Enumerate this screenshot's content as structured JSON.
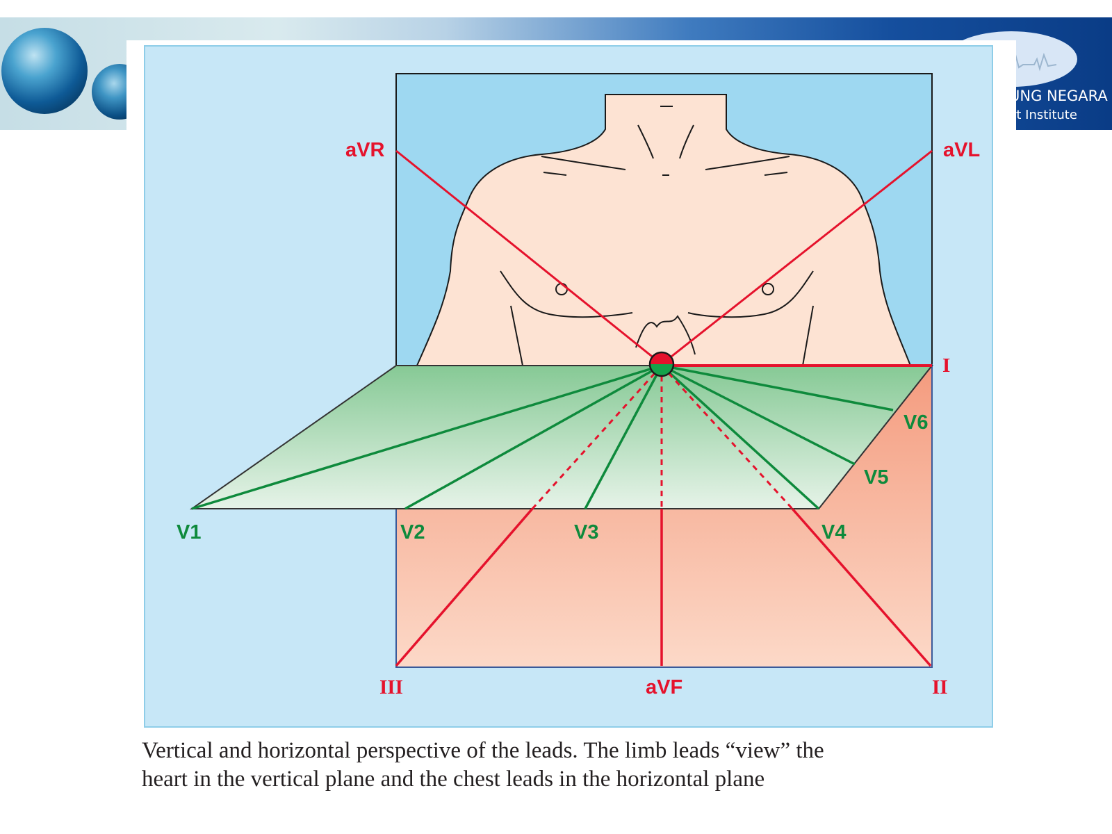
{
  "header": {
    "institute_name": "UNG NEGARA",
    "institute_sub": "rt Institute"
  },
  "diagram": {
    "limb_leads": {
      "avr": "aVR",
      "avl": "aVL",
      "lead_i": "I",
      "lead_ii": "II",
      "lead_iii": "III",
      "avf": "aVF"
    },
    "chest_leads": {
      "v1": "V1",
      "v2": "V2",
      "v3": "V3",
      "v4": "V4",
      "v5": "V5",
      "v6": "V6"
    },
    "colors": {
      "sky_frame": "#c7e7f7",
      "vertical_plane_bg": "#9ed8f1",
      "skin": "#fde3d3",
      "lower_plane": "#f5a88a",
      "horizontal_plane": "#8ccc9a",
      "limb_lead_line": "#e5122c",
      "chest_lead_line": "#0e8a3c"
    }
  },
  "caption": {
    "line1": "Vertical and horizontal perspective of the leads. The limb leads “view” the",
    "line2": "heart in the vertical plane and the chest leads in the horizontal plane"
  }
}
